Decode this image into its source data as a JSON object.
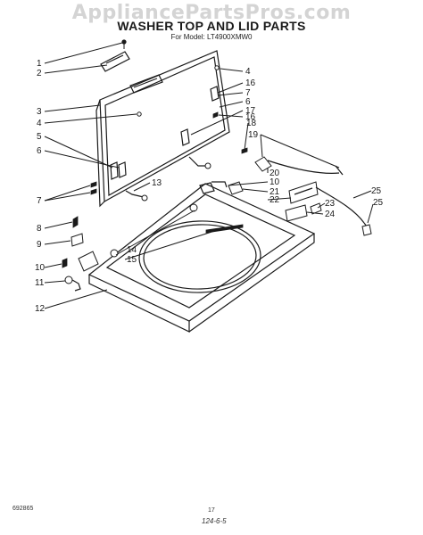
{
  "watermark": "AppliancePartsPros.com",
  "title": "WASHER TOP AND LID PARTS",
  "model_line": "For Model: LT4900XMW0",
  "callouts": {
    "c1": "1",
    "c2": "2",
    "c3": "3",
    "c4a": "4",
    "c4b": "4",
    "c5": "5",
    "c6": "6",
    "c7a": "7",
    "c7b": "7",
    "c8": "8",
    "c9": "9",
    "c10a": "10",
    "c10b": "10",
    "c11": "11",
    "c12": "12",
    "c13": "13",
    "c14": "14",
    "c15": "15",
    "c16a": "16",
    "c16b": "16",
    "c6b": "6",
    "c17": "17",
    "c18": "18",
    "c19": "19",
    "c20": "20",
    "c21": "21",
    "c22": "22",
    "c23": "23",
    "c24": "24",
    "c25a": "25",
    "c25b": "25"
  },
  "footer": {
    "left_code": "692865",
    "page": "17",
    "date": "124-6-5"
  }
}
